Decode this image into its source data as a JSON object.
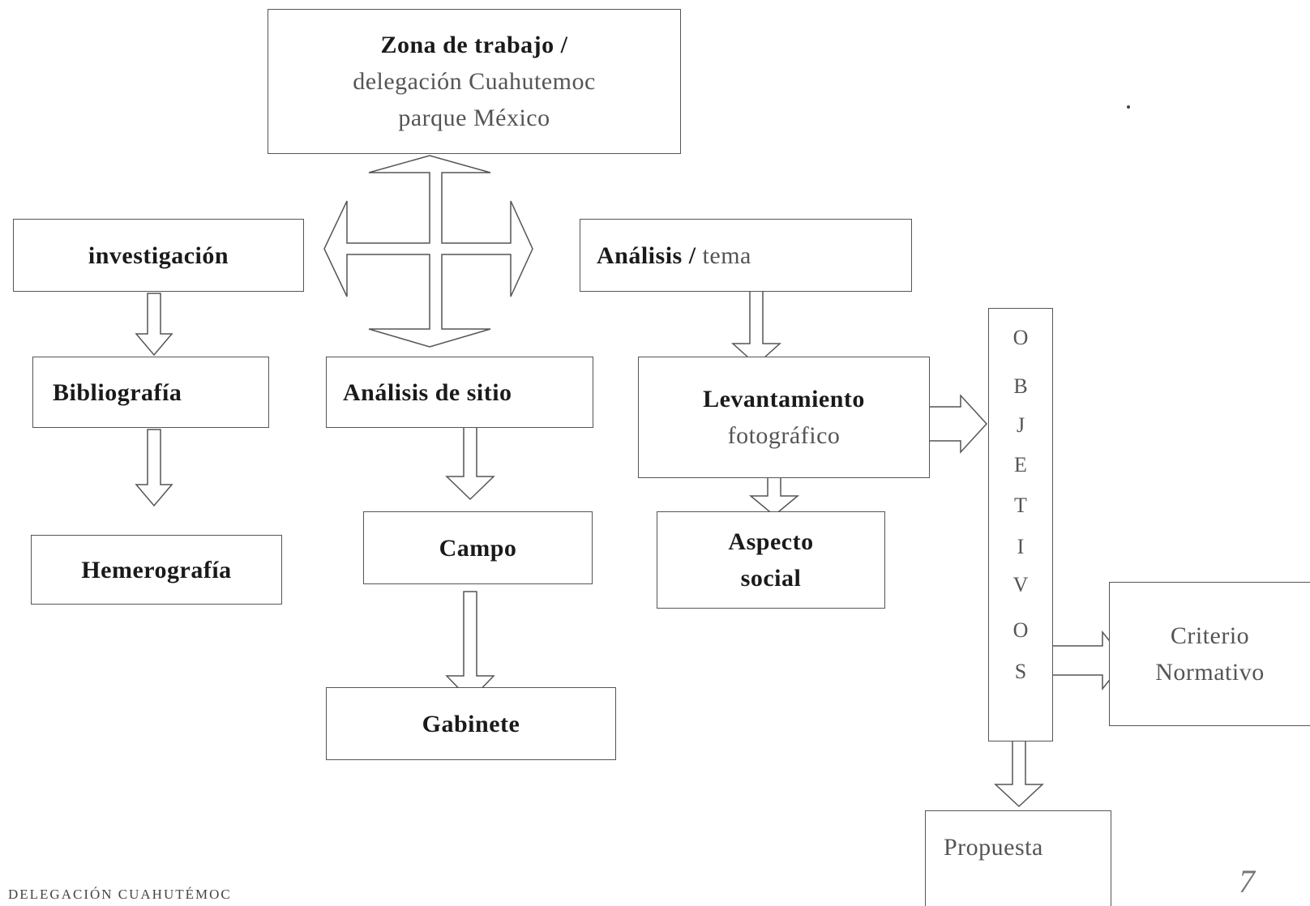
{
  "nodes": {
    "zona": {
      "line1": "Zona  de trabajo /",
      "line2": "delegación Cuahutemoc",
      "line3": "parque México"
    },
    "investigacion": "investigación",
    "analisis_tema": {
      "bold": "Análisis /",
      "light": "tema"
    },
    "bibliografia": "Bibliografía",
    "analisis_sitio": "Análisis de sitio",
    "levantamiento": {
      "bold": "Levantamiento",
      "light": "fotográfico"
    },
    "hemerografia": "Hemerografía",
    "campo": "Campo",
    "aspecto": {
      "line1": "Aspecto",
      "line2": "social"
    },
    "gabinete": "Gabinete",
    "objetivos_letters": [
      "O",
      "B",
      "J",
      "E",
      "T",
      "I",
      "V",
      "O",
      "S"
    ],
    "criterio": {
      "line1": "Criterio",
      "line2": "Normativo"
    },
    "propuesta": "Propuesta"
  },
  "footer": "DELEGACIÓN  CUAHUTÉMOC",
  "page_number": "7"
}
